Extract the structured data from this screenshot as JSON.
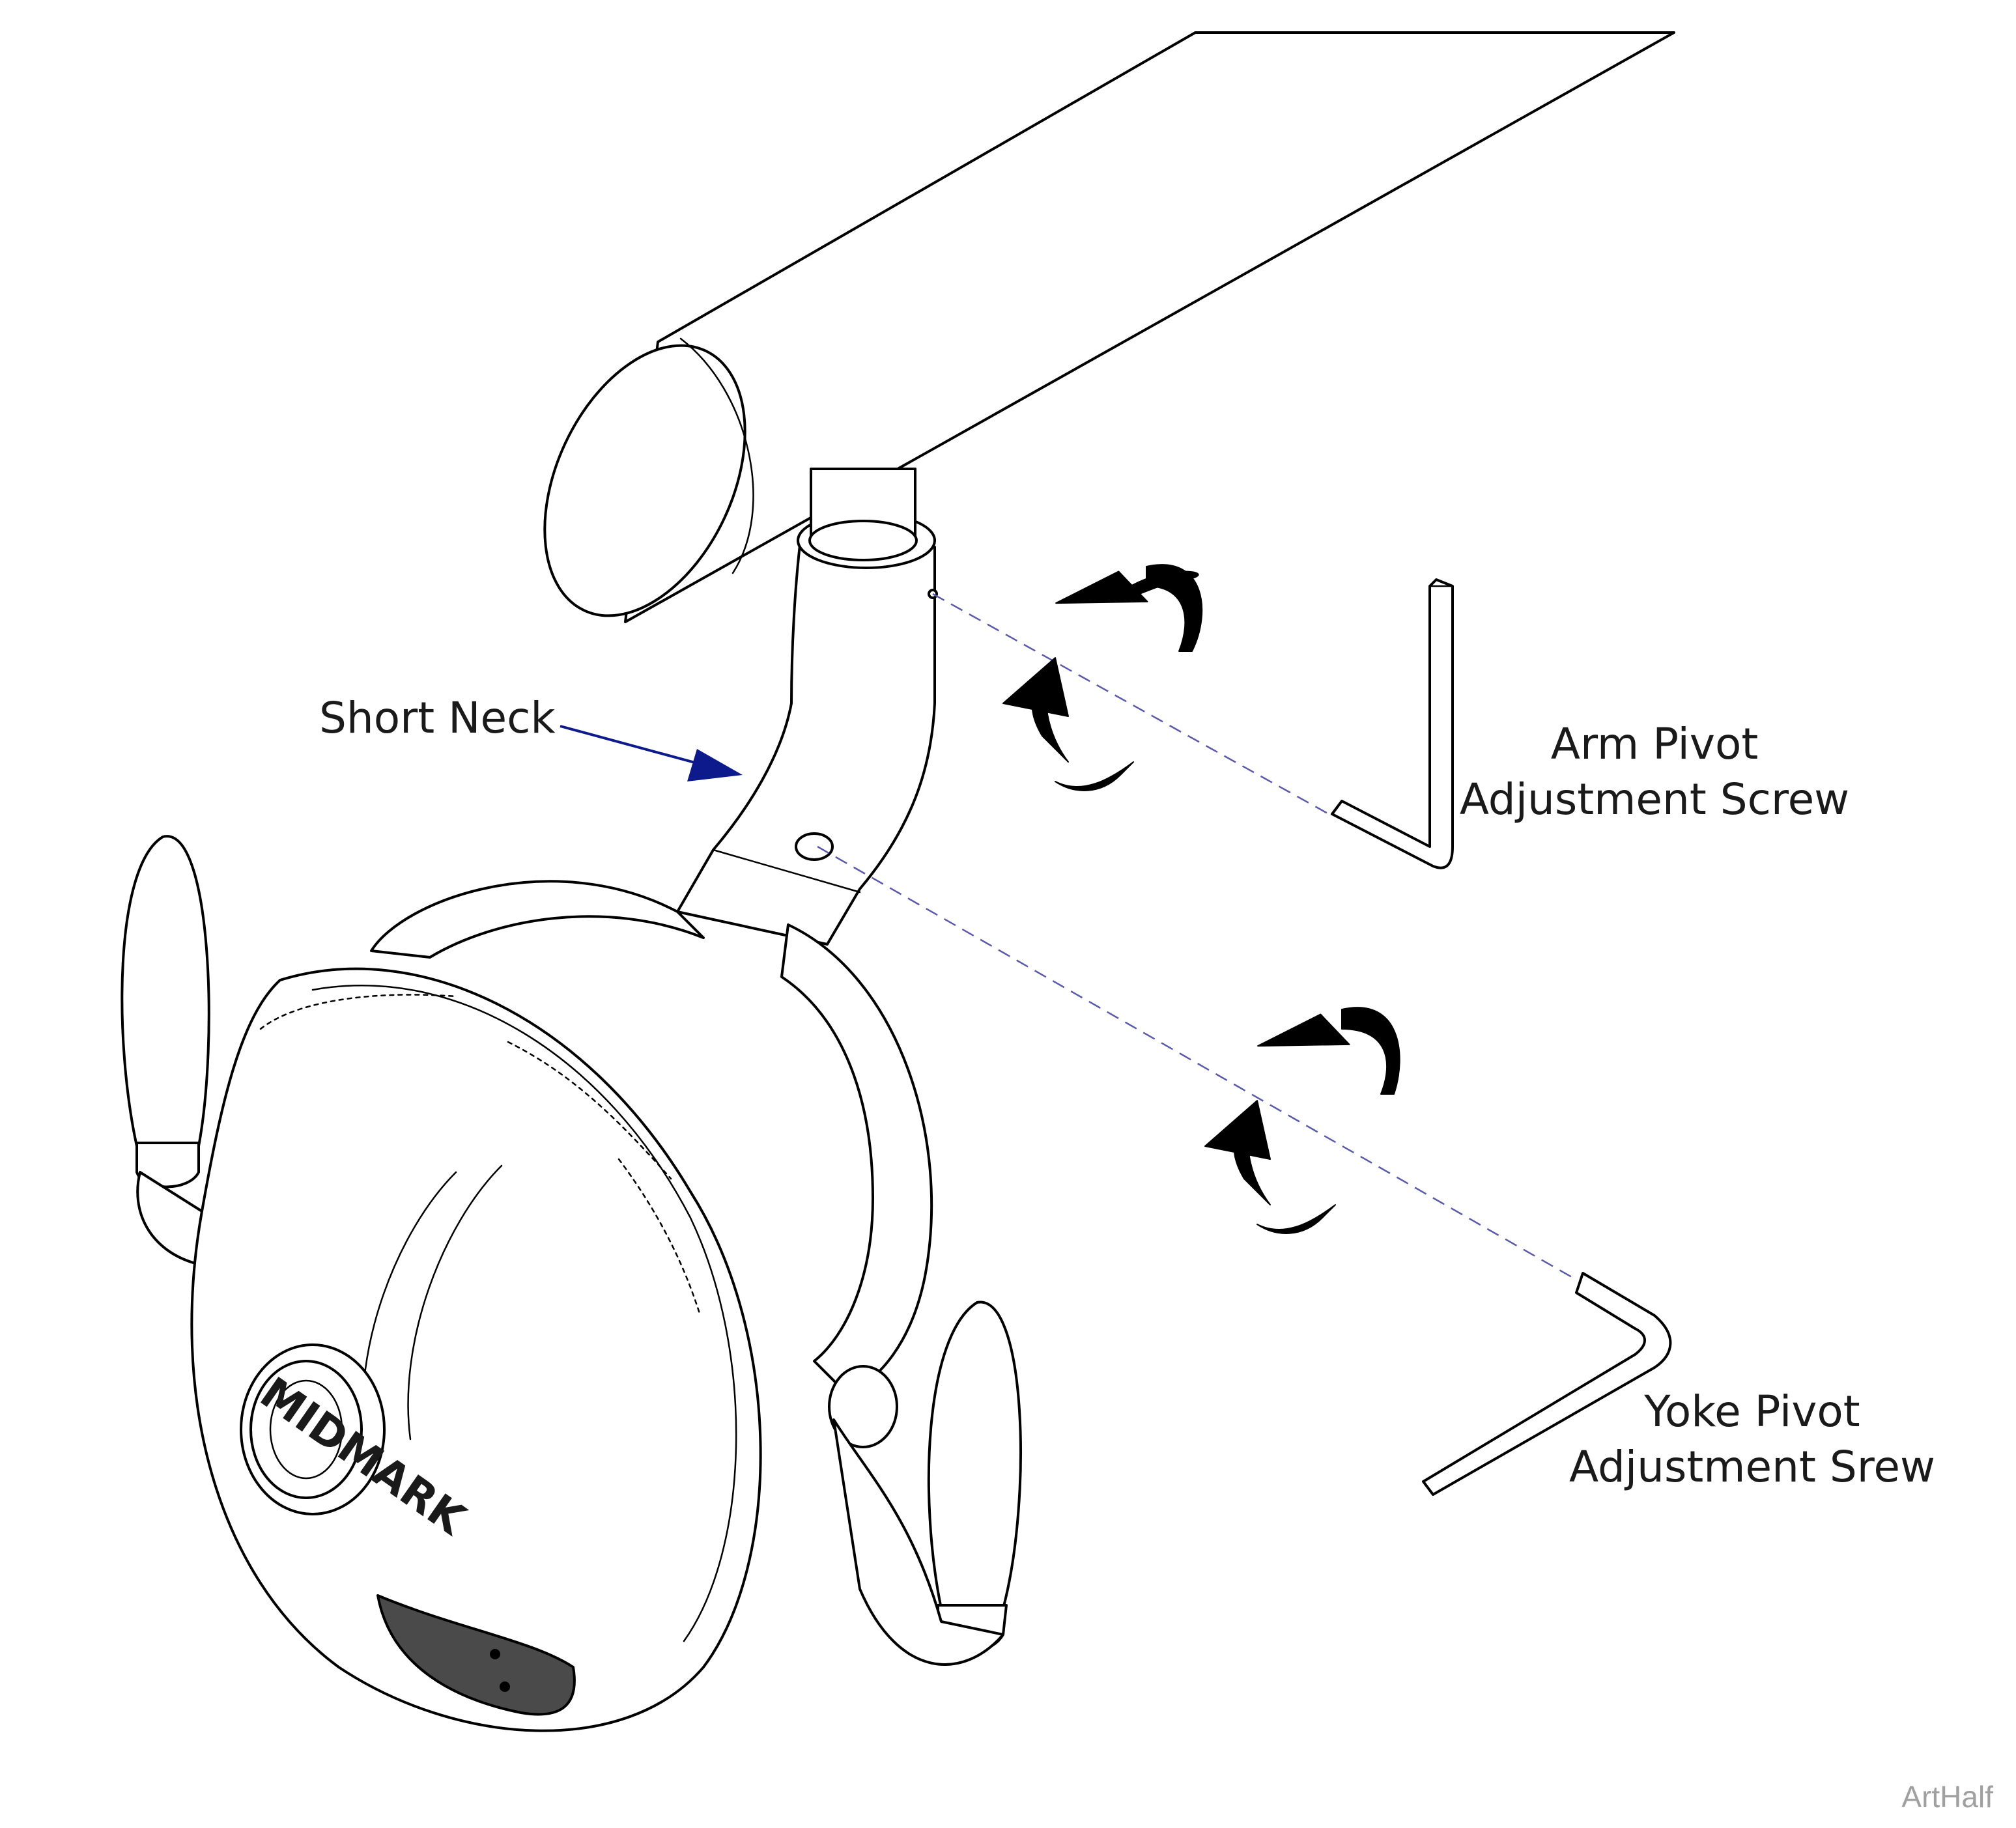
{
  "labels": {
    "short_neck": "Short Neck",
    "arm_pivot_line1": "Arm Pivot",
    "arm_pivot_line2": "Adjustment Screw",
    "yoke_pivot_line1": "Yoke Pivot",
    "yoke_pivot_line2": "Adjustment Srew",
    "brand": "MIDMARK",
    "watermark": "ArtHalf"
  },
  "colors": {
    "line": "#000000",
    "leader_arrow": "#0d1a8c",
    "dashed_line": "#5a5aaa",
    "panel": "#4a4a4a",
    "watermark": "#a0a0a0"
  },
  "icons": [
    "rotation-arrows-icon",
    "hex-key-icon"
  ]
}
